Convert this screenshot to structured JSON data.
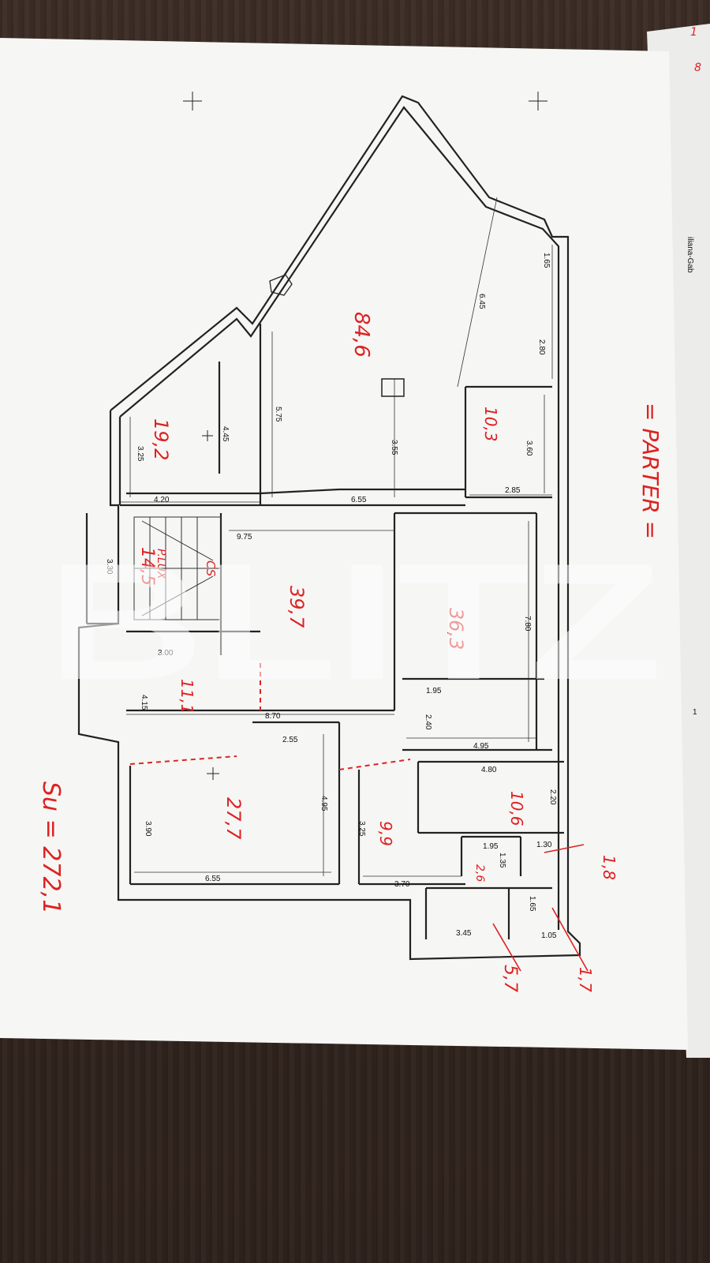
{
  "document": {
    "type": "floor-plan",
    "edge_text": "iliana-Gab",
    "edge_marks": [
      "1",
      "8",
      "1"
    ]
  },
  "watermark": "BLITZ",
  "level_note": "= PARTER =",
  "total_area": "Su = 272,1",
  "rooms": [
    {
      "id": "large-hall",
      "area": "84,6"
    },
    {
      "id": "left-room",
      "area": "19,2"
    },
    {
      "id": "small-upper-room",
      "area": "10,3"
    },
    {
      "id": "central-hall",
      "area": "39,7"
    },
    {
      "id": "stair-room",
      "area": "14,5"
    },
    {
      "id": "cs-room",
      "area": "11,1"
    },
    {
      "id": "right-room",
      "area": "36,3"
    },
    {
      "id": "lower-left-room",
      "area": "27,7"
    },
    {
      "id": "lower-middle-room",
      "area": "9,9"
    },
    {
      "id": "lower-right-room",
      "area": "10,6"
    },
    {
      "id": "bath-1",
      "area": "2,6"
    },
    {
      "id": "bath-2",
      "area": "1,8"
    },
    {
      "id": "bath-3",
      "area": "1,7"
    },
    {
      "id": "corner-room",
      "area": "5,7"
    }
  ],
  "labels": {
    "cs": "CS",
    "stair_caption": "P.LUX"
  },
  "dimensions": [
    "1.65",
    "6.45",
    "2.80",
    "3.60",
    "2.85",
    "3.55",
    "6.55",
    "5.75",
    "4.45",
    "3.25",
    "4.20",
    "9.75",
    "3.30",
    "3.00",
    "4.15",
    "8.70",
    "7.80",
    "1.95",
    "2.40",
    "4.95",
    "2.55",
    "4.95",
    "3.90",
    "6.55",
    "4.80",
    "2.20",
    "3.25",
    "3.70",
    "1.95",
    "1.35",
    "1.30",
    "1.65",
    "3.45",
    "1.05"
  ],
  "colors": {
    "ink_red": "#d22222",
    "paper": "#f7f7f5",
    "wood": "#3b2c25"
  }
}
